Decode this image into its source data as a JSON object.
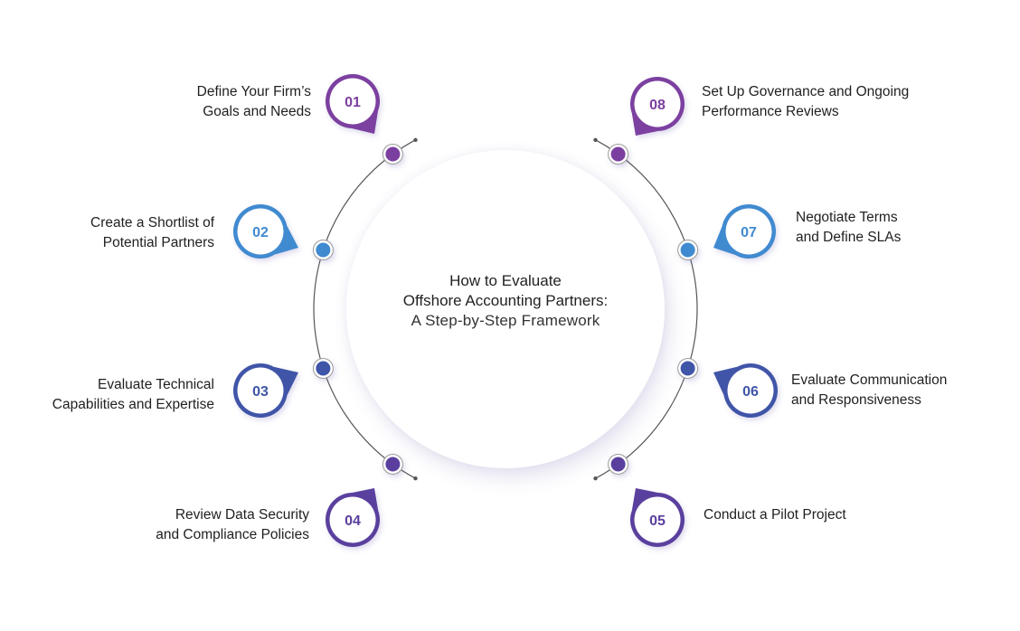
{
  "title": {
    "line1": "How to Evaluate",
    "line2": "Offshore Accounting Partners:",
    "line3": "A Step-by-Step Framework"
  },
  "colors": {
    "purple": "#7b3fa0",
    "light_blue": "#3f8ad0",
    "royal_blue": "#3f55a8",
    "violet": "#5a3f9e",
    "text": "#1f1f1f",
    "arc": "#555555"
  },
  "steps": [
    {
      "number": "01",
      "line1": "Define Your Firm’s",
      "line2": "Goals and Needs",
      "color": "#7b3fa0",
      "side": "left"
    },
    {
      "number": "02",
      "line1": "Create a Shortlist of",
      "line2": "Potential Partners",
      "color": "#3f8ad0",
      "side": "left"
    },
    {
      "number": "03",
      "line1": "Evaluate Technical",
      "line2": "Capabilities and Expertise",
      "color": "#3f55a8",
      "side": "left"
    },
    {
      "number": "04",
      "line1": "Review Data Security",
      "line2": "and Compliance Policies",
      "color": "#5a3f9e",
      "side": "left"
    },
    {
      "number": "05",
      "line1": "Conduct a Pilot Project",
      "line2": "",
      "color": "#5a3f9e",
      "side": "right"
    },
    {
      "number": "06",
      "line1": "Evaluate Communication",
      "line2": "and Responsiveness",
      "color": "#3f55a8",
      "side": "right"
    },
    {
      "number": "07",
      "line1": "Negotiate Terms",
      "line2": "and Define SLAs",
      "color": "#3f8ad0",
      "side": "right"
    },
    {
      "number": "08",
      "line1": "Set Up Governance and Ongoing",
      "line2": "Performance Reviews",
      "color": "#7b3fa0",
      "side": "right"
    }
  ]
}
